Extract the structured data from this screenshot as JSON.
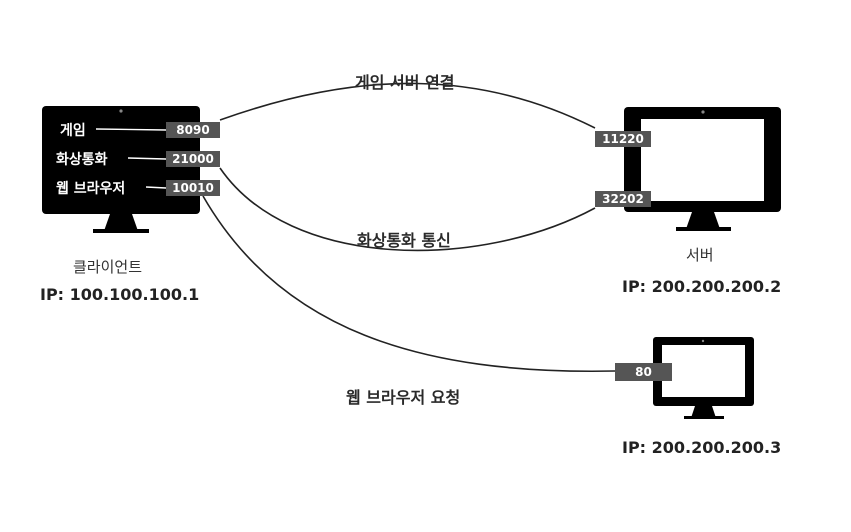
{
  "client": {
    "name": "클라이언트",
    "ip": "IP: 100.100.100.1",
    "apps": [
      {
        "name": "게임",
        "port": "8090"
      },
      {
        "name": "화상통화",
        "port": "21000"
      },
      {
        "name": "웹 브라우저",
        "port": "10010"
      }
    ]
  },
  "server": {
    "name": "서버",
    "ip": "IP: 200.200.200.2",
    "ports": [
      "11220",
      "32202"
    ]
  },
  "web_server": {
    "ip": "IP: 200.200.200.3",
    "port": "80"
  },
  "connections": [
    {
      "label": "게임 서버 연결"
    },
    {
      "label": "화상통화 통신"
    },
    {
      "label": "웹 브라우저 요청"
    }
  ]
}
